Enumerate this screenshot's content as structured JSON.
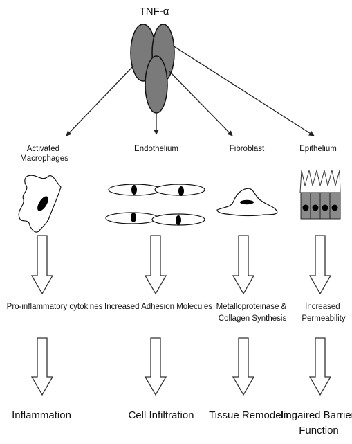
{
  "title": "TNF-α",
  "cells": [
    {
      "label_lines": [
        "Activated",
        "Macrophages"
      ]
    },
    {
      "label_lines": [
        "Endothelium"
      ]
    },
    {
      "label_lines": [
        "Fibroblast"
      ]
    },
    {
      "label_lines": [
        "Epithelium"
      ]
    }
  ],
  "effects": [
    {
      "lines": [
        "Pro-inflammatory cytokines"
      ]
    },
    {
      "lines": [
        "Increased Adhesion Molecules"
      ]
    },
    {
      "lines": [
        "Metalloproteinase &",
        "Collagen Synthesis"
      ]
    },
    {
      "lines": [
        "Increased",
        "Permeability"
      ]
    }
  ],
  "outcomes": [
    {
      "lines": [
        "Inflammation"
      ]
    },
    {
      "lines": [
        "Cell Infiltration"
      ]
    },
    {
      "lines": [
        "Tissue Remodeling"
      ]
    },
    {
      "lines": [
        "Impaired Barrier",
        "Function"
      ]
    }
  ],
  "colors": {
    "trimer_fill": "#7a7a7a",
    "epithelium_fill": "#8a8a8a",
    "nucleus": "#000000",
    "lines": "#222222"
  },
  "icons": [
    "tnf-trimer-icon",
    "macrophage-icon",
    "endothelial-cells-icon",
    "fibroblast-icon",
    "epithelium-icon",
    "hollow-down-arrow-icon"
  ]
}
